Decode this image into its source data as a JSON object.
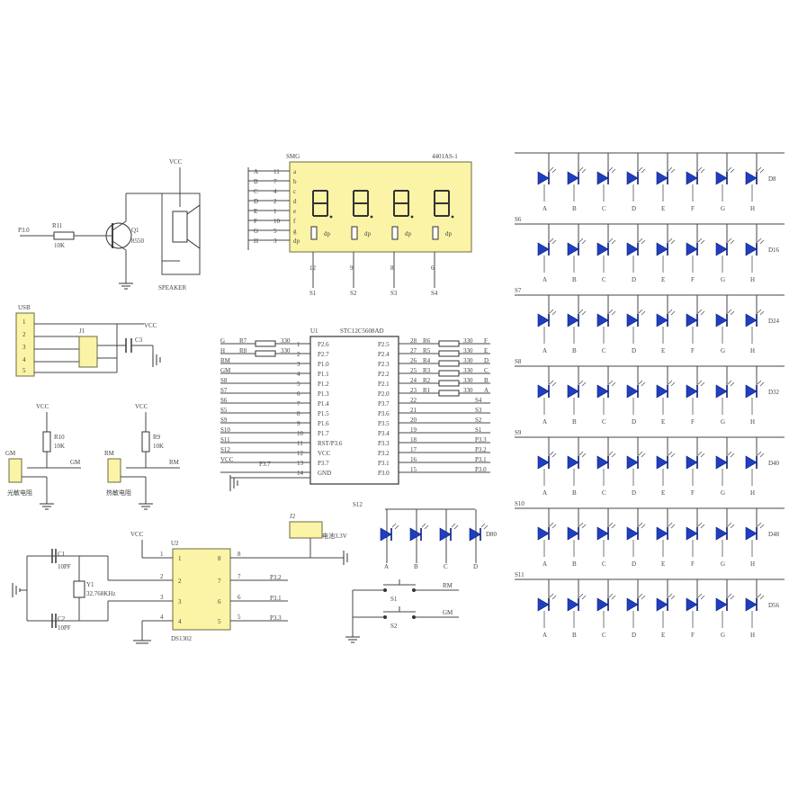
{
  "buzzer": {
    "input": "P3.0",
    "resistor": "R11",
    "resistor_val": "10K",
    "transistor": "Q1",
    "transistor_type": "8550",
    "vcc": "VCC",
    "speaker": "SPEAKER"
  },
  "display": {
    "ref": "SMG",
    "part": "4401AS-1",
    "segs": [
      "A",
      "B",
      "C",
      "D",
      "E",
      "F",
      "G",
      "H"
    ],
    "seg_nums": [
      "11",
      "7",
      "4",
      "2",
      "1",
      "10",
      "5",
      "3"
    ],
    "pins": [
      "a",
      "b",
      "c",
      "d",
      "e",
      "f",
      "g",
      "dp"
    ],
    "digits": [
      "S1",
      "S2",
      "S3",
      "S4"
    ],
    "digit_nums": [
      "12",
      "9",
      "8",
      "6"
    ]
  },
  "usb": {
    "ref": "USB",
    "j": "J1",
    "cap": "C3",
    "vcc": "VCC"
  },
  "sensors": [
    {
      "ref": "GM",
      "res": "R10",
      "val": "10K",
      "net": "GM",
      "desc": "光敏电阻",
      "vcc": "VCC"
    },
    {
      "ref": "RM",
      "res": "R9",
      "val": "10K",
      "net": "RM",
      "desc": "热敏电阻",
      "vcc": "VCC"
    }
  ],
  "mcu": {
    "ref": "U1",
    "part": "STC12C5608AD",
    "left_nets": [
      "G",
      "H",
      "RM",
      "GM",
      "S8",
      "S7",
      "S6",
      "S5",
      "S9",
      "S10",
      "S11",
      "S12",
      "VCC",
      "",
      ""
    ],
    "left_res": [
      {
        "ref": "R7",
        "val": "330"
      },
      {
        "ref": "R8",
        "val": "330"
      }
    ],
    "left_pins": [
      "P2.6",
      "P2.7",
      "P1.0",
      "P1.1",
      "P1.2",
      "P1.3",
      "P1.4",
      "P1.5",
      "P1.6",
      "P1.7",
      "RST/P3.6",
      "VCC",
      "P3.7",
      "GND"
    ],
    "left_nums": [
      "1",
      "2",
      "3",
      "4",
      "5",
      "6",
      "7",
      "8",
      "9",
      "10",
      "11",
      "12",
      "13",
      "14"
    ],
    "left_extra": "P3.7",
    "right_pins": [
      "P2.5",
      "P2.4",
      "P2.3",
      "P2.2",
      "P2.1",
      "P2.0",
      "P3.7",
      "P3.6",
      "P3.5",
      "P3.4",
      "P3.3",
      "P3.2",
      "P3.1",
      "P3.0"
    ],
    "right_nums": [
      "28",
      "27",
      "26",
      "25",
      "24",
      "23",
      "22",
      "21",
      "20",
      "19",
      "18",
      "17",
      "16",
      "15"
    ],
    "right_res": [
      {
        "ref": "R6",
        "val": "330",
        "net": "F"
      },
      {
        "ref": "R5",
        "val": "330",
        "net": "E"
      },
      {
        "ref": "R4",
        "val": "330",
        "net": "D"
      },
      {
        "ref": "R3",
        "val": "330",
        "net": "C"
      },
      {
        "ref": "R2",
        "val": "330",
        "net": "B"
      },
      {
        "ref": "R1",
        "val": "330",
        "net": "A"
      }
    ],
    "right_nets": [
      "S4",
      "S3",
      "S2",
      "S1",
      "P3.3",
      "P3.2",
      "P3.1",
      "P3.0"
    ]
  },
  "rtc": {
    "ref": "U2",
    "part": "DS1302",
    "vcc": "VCC",
    "left_nums": [
      "1",
      "2",
      "3",
      "4"
    ],
    "right_nums": [
      "8",
      "7",
      "6",
      "5"
    ],
    "right_nets": [
      "P3.2",
      "P3.1",
      "P3.3"
    ],
    "c1": "C1",
    "c1_val": "10PF",
    "c2": "C2",
    "c2_val": "10PF",
    "crystal": "Y1",
    "crystal_val": "32.768KHz"
  },
  "battery": {
    "ref": "J2",
    "desc": "电池3.3V"
  },
  "switch_leds": {
    "ref": "S12",
    "label": "D80",
    "cols": [
      "A",
      "B",
      "C",
      "D"
    ]
  },
  "buttons": [
    {
      "ref": "S1",
      "net": "RM"
    },
    {
      "ref": "S2",
      "net": "GM"
    }
  ],
  "matrix": {
    "rows": [
      "",
      "S6",
      "S7",
      "S8",
      "S9",
      "S10",
      "S11"
    ],
    "end_labels": [
      "D8",
      "D16",
      "D24",
      "D32",
      "D40",
      "D48",
      "D56"
    ],
    "cols": [
      "A",
      "B",
      "C",
      "D",
      "E",
      "F",
      "G",
      "H"
    ]
  },
  "colors": {
    "led": "#1f3fbf",
    "display_bg": "#fbf3a6"
  }
}
